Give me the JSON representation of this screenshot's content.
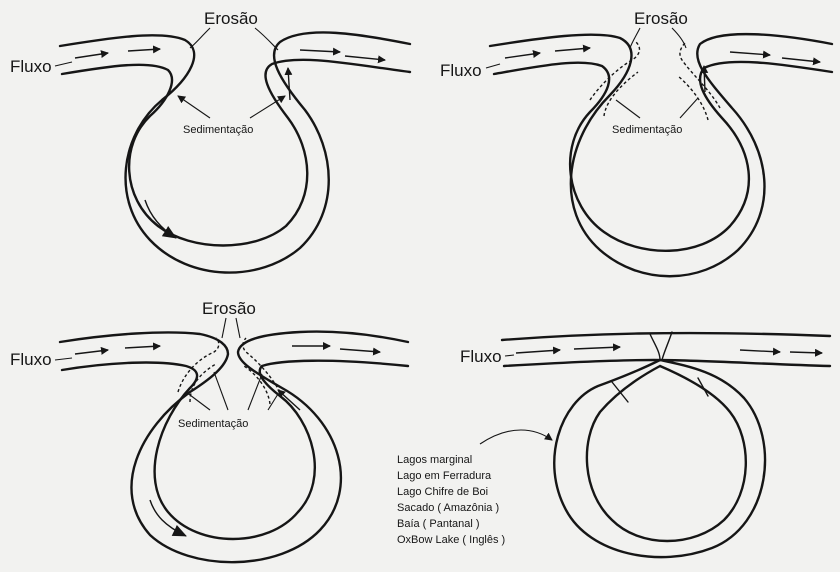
{
  "panels": [
    {
      "erosion": "Erosão",
      "flow": "Fluxo",
      "sedimentation": "Sedimentação"
    },
    {
      "erosion": "Erosão",
      "flow": "Fluxo",
      "sedimentation": "Sedimentação"
    },
    {
      "erosion": "Erosão",
      "flow": "Fluxo",
      "sedimentation": "Sedimentação"
    },
    {
      "flow": "Fluxo"
    }
  ],
  "legend": [
    "Lagos marginal",
    "Lago em Ferradura",
    "Lago Chifre de Boi",
    "Sacado ( Amazônia )",
    "Baía ( Pantanal )",
    "OxBow Lake ( Inglês )"
  ]
}
